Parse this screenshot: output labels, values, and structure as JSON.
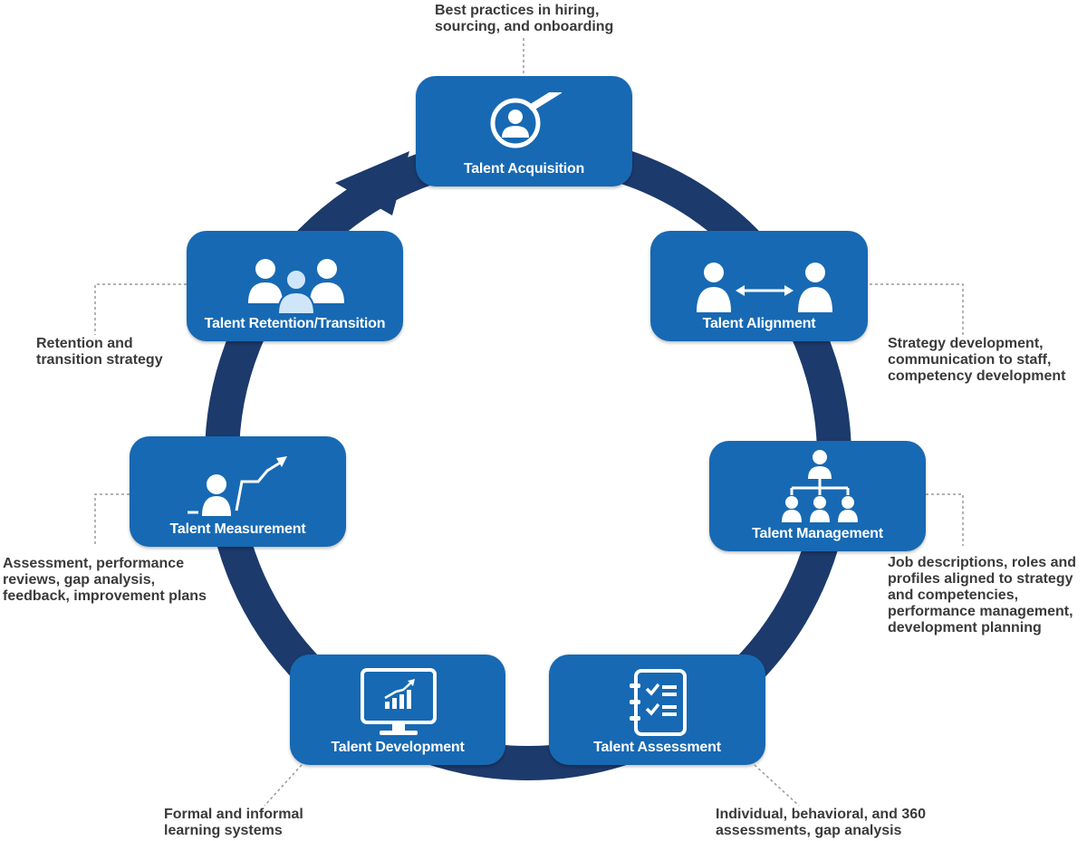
{
  "nodes": {
    "acquisition": {
      "label": "Talent Acquisition",
      "icon": "person-magnifier-icon"
    },
    "alignment": {
      "label": "Talent Alignment",
      "icon": "two-people-arrow-icon"
    },
    "management": {
      "label": "Talent Management",
      "icon": "org-chart-icon"
    },
    "assessment": {
      "label": "Talent Assessment",
      "icon": "checklist-icon"
    },
    "development": {
      "label": "Talent Development",
      "icon": "monitor-chart-icon"
    },
    "measurement": {
      "label": "Talent Measurement",
      "icon": "person-rising-arrow-icon"
    },
    "retention": {
      "label": "Talent Retention/Transition",
      "icon": "group-icon"
    }
  },
  "annotations": {
    "acquisition": "Best practices in hiring,\nsourcing, and onboarding",
    "alignment": "Strategy development,\ncommunication to staff,\ncompetency development",
    "management": "Job descriptions, roles and\nprofiles aligned to strategy\nand competencies,\nperformance management,\ndevelopment planning",
    "assessment": "Individual, behavioral, and 360\nassessments, gap analysis",
    "development": "Formal and informal\nlearning systems",
    "measurement": "Assessment, performance\nreviews, gap analysis,\nfeedback, improvement plans",
    "retention": "Retention and\ntransition strategy"
  },
  "colors": {
    "ring": "#1c3a6b",
    "node": "#1769b3",
    "text": "#3a3a3a",
    "leader": "#9a9a9a"
  }
}
